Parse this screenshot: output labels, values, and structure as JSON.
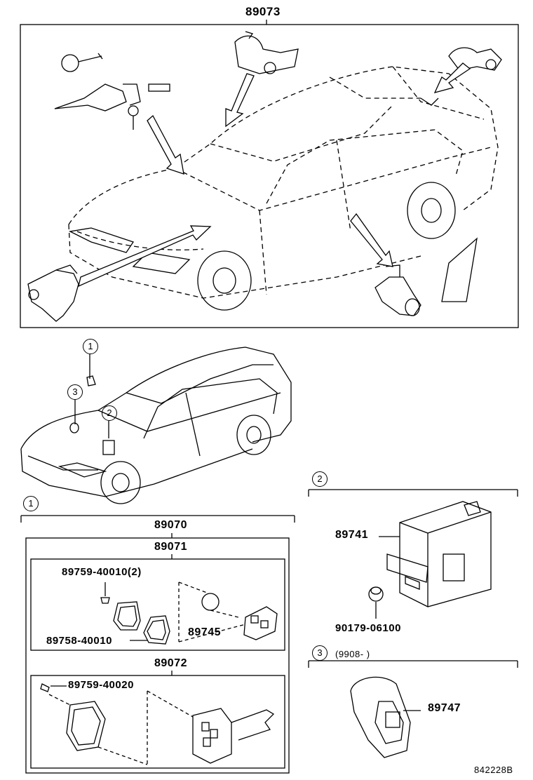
{
  "diagram": {
    "top_group": {
      "part_number": "89073"
    },
    "callouts": [
      "1",
      "2",
      "3"
    ],
    "section1": {
      "callout": "1",
      "kit": "89070",
      "transmitter_group": {
        "part_number": "89071",
        "screw": "89759-40010(2)",
        "case": "89758-40010",
        "battery": "89745"
      },
      "key_group": {
        "part_number": "89072",
        "screw": "89759-40020"
      }
    },
    "section2": {
      "callout": "2",
      "receiver": "89741",
      "clip": "90179-06100"
    },
    "section3": {
      "callout": "3",
      "date_note": "(9908-      )",
      "sensor": "89747"
    },
    "figure_id": "842228B"
  }
}
